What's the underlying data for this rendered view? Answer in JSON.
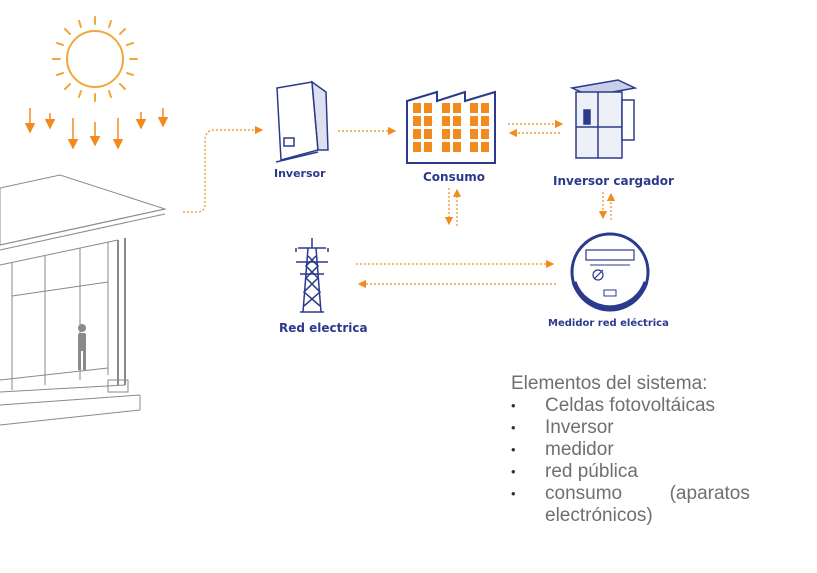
{
  "nodes": {
    "inversor": "Inversor",
    "consumo": "Consumo",
    "inversor_cargador": "Inversor cargador",
    "red_electrica": "Red electrica",
    "medidor": "Medidor red eléctrica"
  },
  "elements": {
    "title": "Elementos del sistema:",
    "items": [
      "Celdas fotovoltáicas",
      "Inversor",
      "medidor",
      "red pública",
      "consumo         (aparatos",
      "electrónicos)"
    ]
  },
  "colors": {
    "sun": "#f3a63a",
    "arrow": "#f28a1e",
    "device_outline": "#2b3a8c",
    "building_fill": "#f28a1e",
    "text": "#6f6f6f",
    "label": "#2b3a8c"
  }
}
